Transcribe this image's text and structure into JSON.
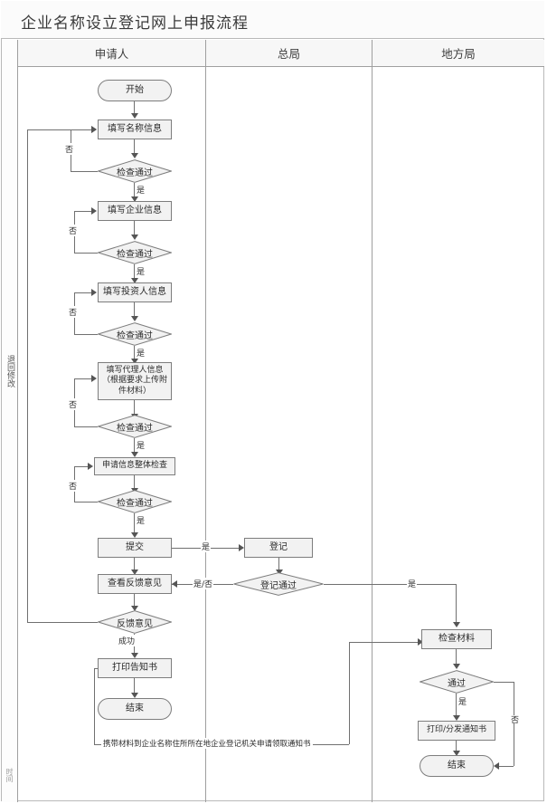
{
  "header": {
    "title": "企业名称设立登记网上申报流程"
  },
  "lanes": [
    {
      "id": "applicant",
      "label": "申请人"
    },
    {
      "id": "head-bureau",
      "label": "总局"
    },
    {
      "id": "local-bureau",
      "label": "地方局"
    }
  ],
  "rail": {
    "return_label": "退回修改",
    "corner_label": "时间"
  },
  "nodes": {
    "start": "开始",
    "fill_name": "填写名称信息",
    "check1": "检查通过",
    "fill_company": "填写企业信息",
    "check2": "检查通过",
    "fill_investor": "填写投资人信息",
    "check3": "检查通过",
    "fill_agent_l1": "填写代理人信息",
    "fill_agent_l2": "（根据要求上传附",
    "fill_agent_l3": "件材料）",
    "check4": "检查通过",
    "overall_check": "申请信息整体检查",
    "check5": "检查通过",
    "submit": "提交",
    "view_feedback": "查看反馈意见",
    "feedback": "反馈意见",
    "print_notice": "打印告知书",
    "end_applicant": "结束",
    "register": "登记",
    "register_pass": "登记通过",
    "check_material": "检查材料",
    "pass": "通过",
    "print_distribute": "打印/分发通知书",
    "end_local": "结束"
  },
  "edge_labels": {
    "no": "否",
    "yes": "是",
    "yes_no": "是/否",
    "success": "成功"
  },
  "annotation": {
    "carry_materials": "携带材料到企业名称住所所在地企业登记机关申请领取通知书"
  },
  "colors": {
    "node_fill": "#f2f2f2",
    "node_border": "#7d7d7d",
    "line": "#707070",
    "header_bg": "#f7f7f7",
    "frame": "#b9b9b9"
  }
}
